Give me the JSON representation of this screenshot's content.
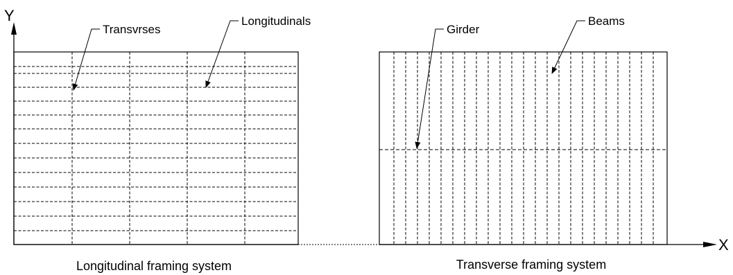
{
  "axes": {
    "y_label": "Y",
    "x_label": "X"
  },
  "left_panel": {
    "caption": "Longitudinal framing system",
    "callouts": {
      "transverses": "Transvrses",
      "longitudinals": "Longitudinals"
    }
  },
  "right_panel": {
    "caption": "Transverse framing system",
    "callouts": {
      "girder": "Girder",
      "beams": "Beams"
    }
  },
  "colors": {
    "line": "#000000",
    "background": "#ffffff"
  }
}
